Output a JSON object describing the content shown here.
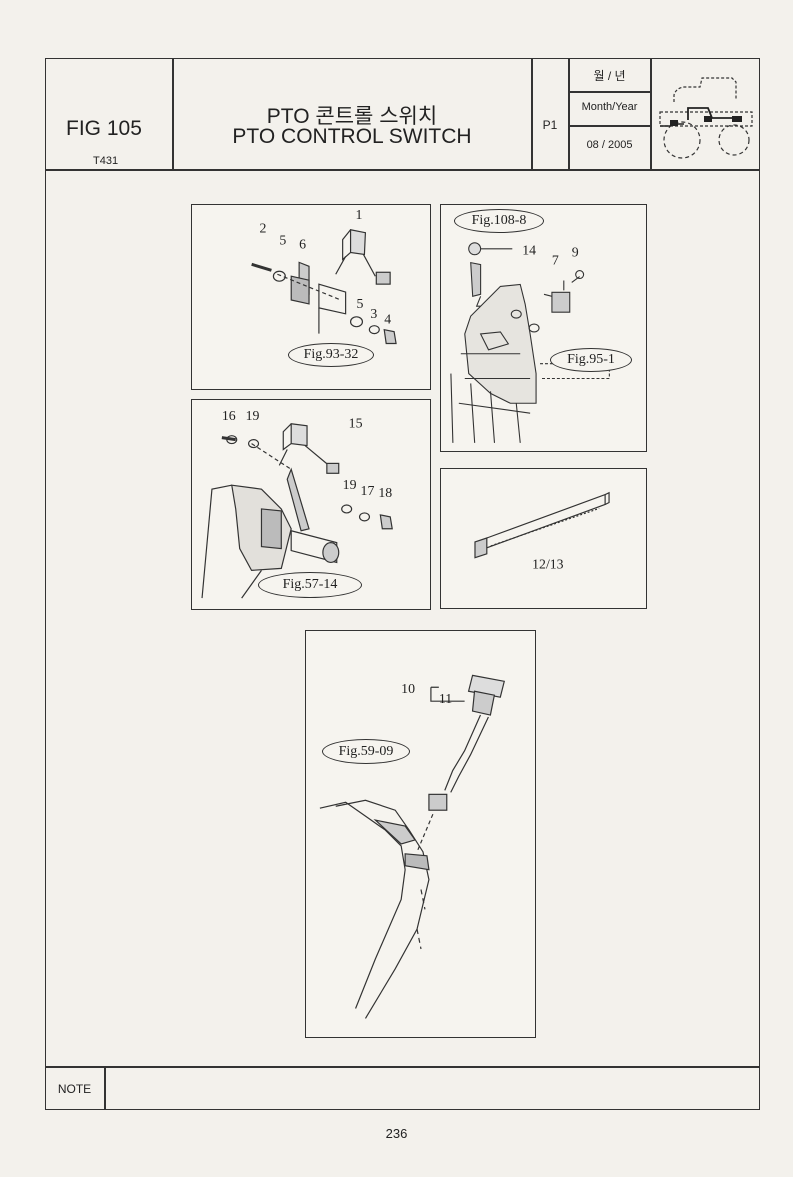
{
  "header": {
    "fig_label": "FIG 105",
    "model": "T431",
    "title_kr": "PTO 콘트롤 스위치",
    "title_en": "PTO CONTROL SWITCH",
    "page_code": "P1",
    "date_label_kr": "월 / 년",
    "date_label_en": "Month/Year",
    "date_value": "08 / 2005"
  },
  "panels": {
    "p1": {
      "callouts": [
        "1",
        "2",
        "5",
        "6",
        "5",
        "3",
        "4"
      ],
      "ref": "Fig.93-32"
    },
    "p2": {
      "ref_top": "Fig.108-8",
      "callouts": [
        "14",
        "7",
        "9"
      ],
      "ref_side": "Fig.95-1"
    },
    "p3": {
      "callouts": [
        "16",
        "19",
        "15",
        "19",
        "17",
        "18"
      ],
      "ref": "Fig.57-14"
    },
    "p4": {
      "callouts": [
        "12/13"
      ]
    },
    "p5": {
      "callouts": [
        "10",
        "11"
      ],
      "ref": "Fig.59-09"
    }
  },
  "footer": {
    "note_label": "NOTE",
    "page_number": "236"
  }
}
